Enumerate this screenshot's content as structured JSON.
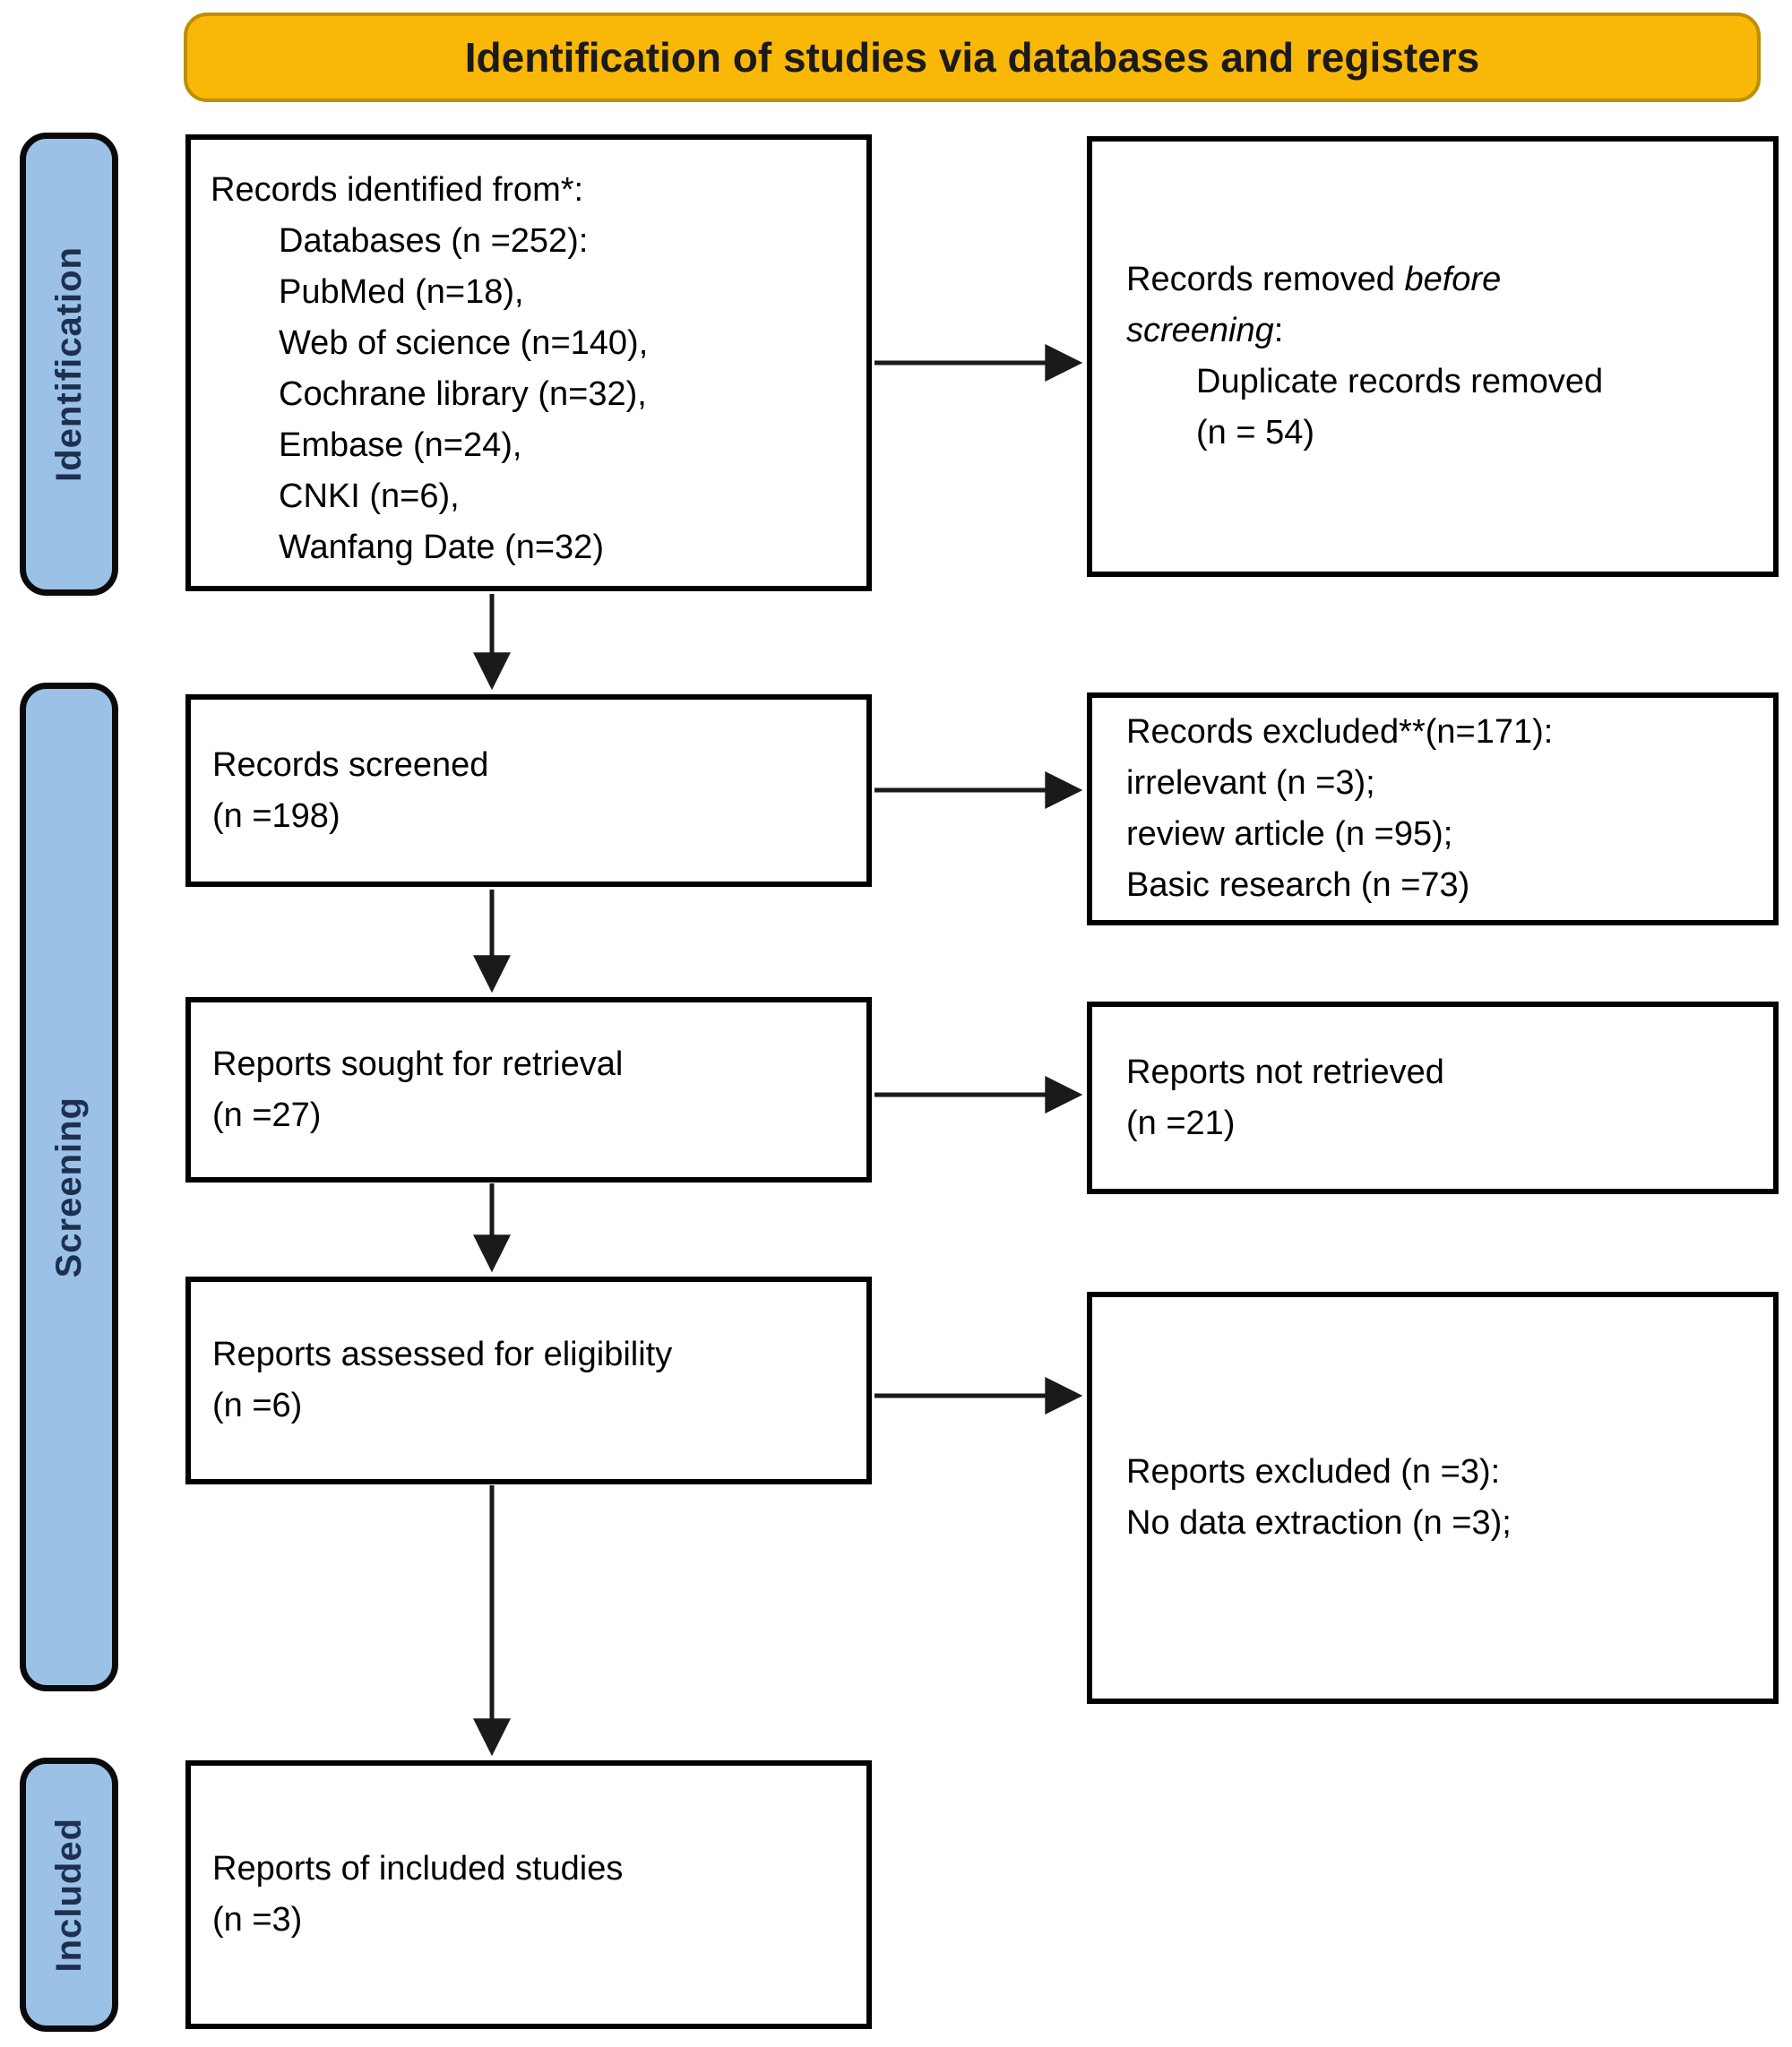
{
  "diagram": {
    "title_banner": "Identification of studies via databases and registers",
    "stages": [
      {
        "label": "Identification"
      },
      {
        "label": "Screening"
      },
      {
        "label": "Included"
      }
    ],
    "boxes": {
      "records_identified": {
        "lines": [
          "Records identified from*:",
          "Databases (n =252):",
          "PubMed (n=18),",
          "Web of science (n=140),",
          "Cochrane library (n=32),",
          "Embase (n=24),",
          "CNKI (n=6),",
          "Wanfang Date (n=32)"
        ]
      },
      "records_removed": {
        "l1_normal": "Records removed ",
        "l1_italic": "before",
        "l2_italic": "screening",
        "l2_normal": ":",
        "detail_lines": [
          "Duplicate records removed",
          "(n = 54)"
        ]
      },
      "records_screened": {
        "lines": [
          "Records screened",
          "(n =198)"
        ]
      },
      "records_excluded": {
        "lines": [
          "Records excluded**(n=171):",
          "irrelevant (n =3);",
          "review article (n =95);",
          "Basic research (n =73)"
        ]
      },
      "reports_sought": {
        "lines": [
          "Reports sought for retrieval",
          "(n =27)"
        ]
      },
      "reports_not_retrieved": {
        "lines": [
          "Reports not retrieved",
          "(n =21)"
        ]
      },
      "reports_assessed": {
        "lines": [
          "Reports assessed for eligibility",
          "(n =6)"
        ]
      },
      "reports_excluded": {
        "lines": [
          "Reports excluded (n =3):",
          "No data extraction (n =3);"
        ]
      },
      "reports_included": {
        "lines": [
          "Reports of included studies",
          "(n =3)"
        ]
      }
    }
  },
  "colors": {
    "banner_fill": "#F9B708",
    "banner_border": "#BE8F00",
    "banner_text": "#1A1A1A",
    "stage_fill": "#9BC2E6",
    "stage_border": "#0A0A0A",
    "stage_text": "#1E3050",
    "box_border": "#000000",
    "box_fill": "#FFFFFF",
    "arrow": "#1A1A1A",
    "background": "#FFFFFF"
  }
}
